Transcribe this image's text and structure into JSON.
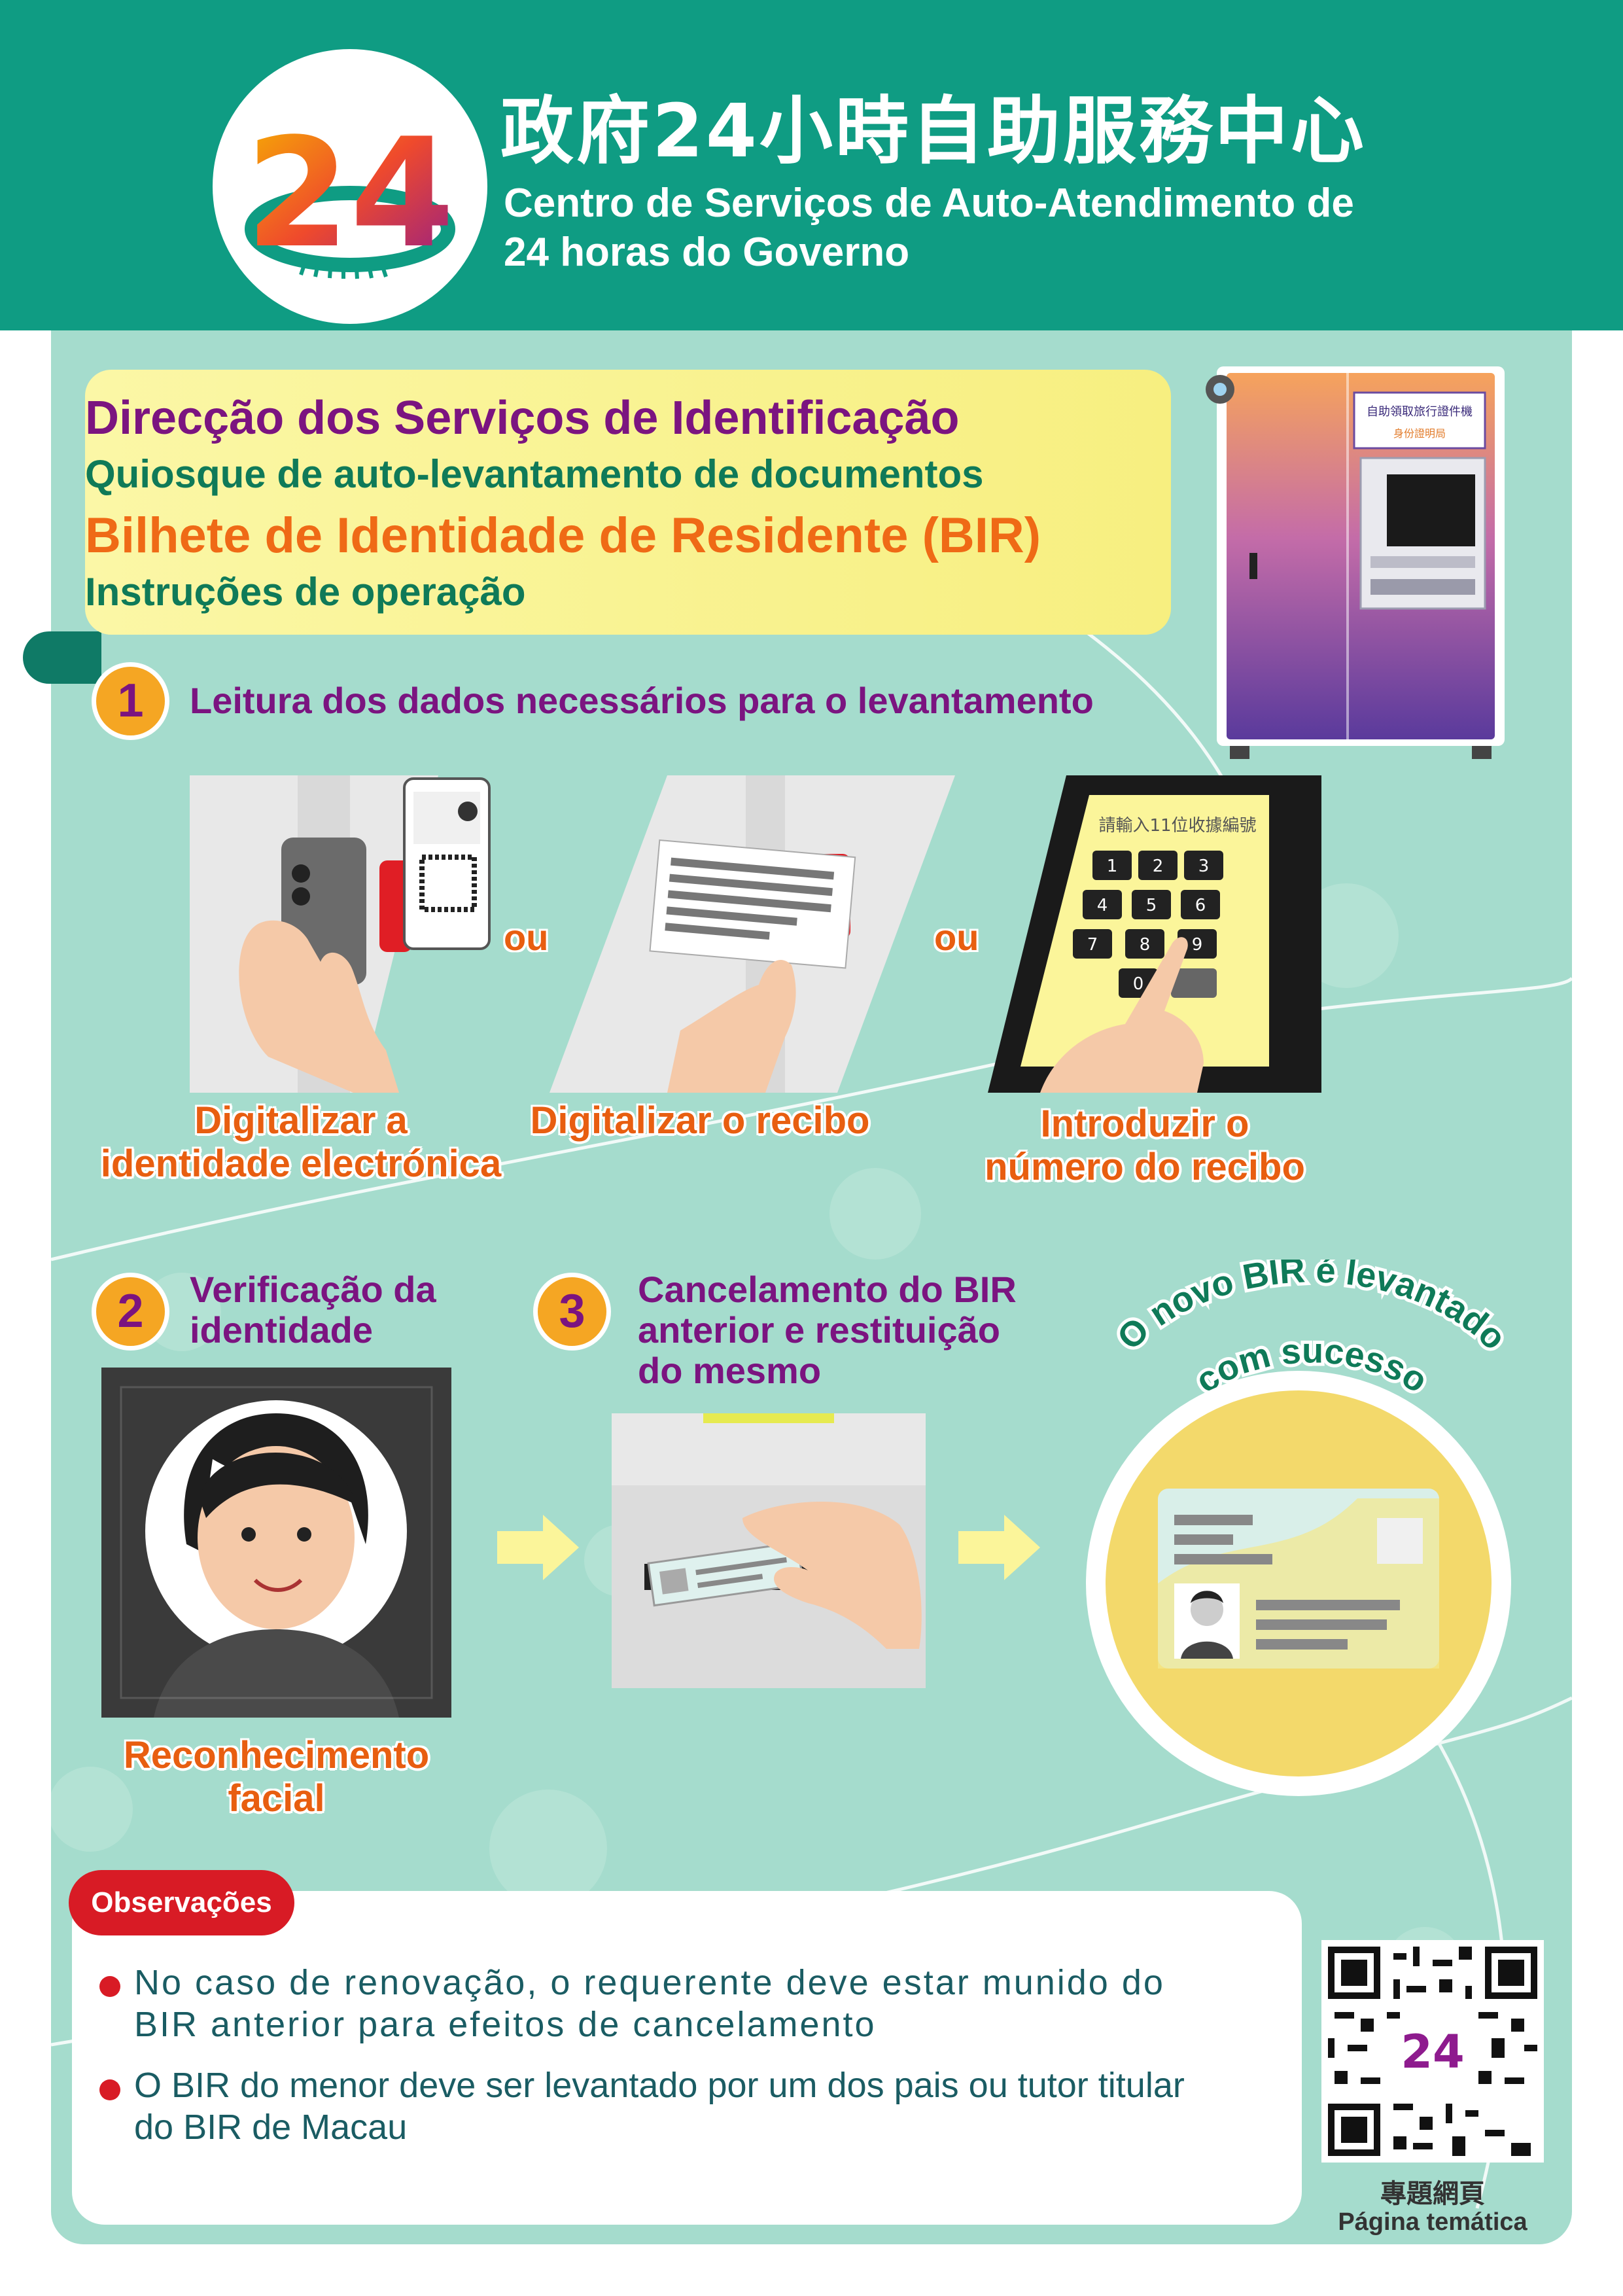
{
  "header": {
    "logo_text": "24",
    "title_zh": "政府24小時自助服務中心",
    "title_pt_line1": "Centro de Serviços de Auto-Atendimento de",
    "title_pt_line2": "24 horas do Governo"
  },
  "title_block": {
    "line1": "Direcção dos Serviços de Identificação",
    "line2": "Quiosque de auto-levantamento de documentos",
    "line3": "Bilhete de Identidade de Residente (BIR)",
    "line4": "Instruções de operação"
  },
  "kiosk": {
    "sign_zh": "自助領取旅行證件機",
    "screen_zh": "身份證明局"
  },
  "step1": {
    "number": "1",
    "label": "Leitura dos dados necessários para o levantamento",
    "options": [
      {
        "caption_line1": "Digitalizar a",
        "caption_line2": "identidade electrónica"
      },
      {
        "caption_line1": "Digitalizar o recibo",
        "caption_line2": ""
      },
      {
        "caption_line1": "Introduzir o",
        "caption_line2": "número do recibo"
      }
    ],
    "or_label": "ou",
    "keypad_prompt": "請輸入11位收據編號",
    "keypad_keys": [
      "1",
      "2",
      "3",
      "4",
      "5",
      "6",
      "7",
      "8",
      "9",
      "0"
    ]
  },
  "step2": {
    "number": "2",
    "label_line1": "Verificação da",
    "label_line2": "identidade",
    "caption_line1": "Reconhecimento",
    "caption_line2": "facial"
  },
  "step3": {
    "number": "3",
    "label_line1": "Cancelamento do BIR",
    "label_line2": "anterior e restituição",
    "label_line3": "do mesmo"
  },
  "success": {
    "text_line1": "O novo BIR é levantado",
    "text_line2": "com sucesso"
  },
  "notes": {
    "heading": "Observações",
    "items": [
      {
        "line1": "No caso de renovação, o requerente deve estar munido do",
        "line2": "BIR anterior para efeitos de cancelamento"
      },
      {
        "line1": "O BIR do menor deve ser levantado por um dos pais ou tutor titular",
        "line2": "do BIR de Macau"
      }
    ]
  },
  "qr": {
    "label_zh": "專題網頁",
    "label_pt": "Página temática"
  },
  "colors": {
    "header_green": "#0f9c83",
    "panel_mint": "#a5dccd",
    "purple": "#7b1480",
    "orange": "#e85e10",
    "dark_green": "#0f7a58",
    "red": "#d81b25",
    "yellow": "#f7ef80"
  }
}
